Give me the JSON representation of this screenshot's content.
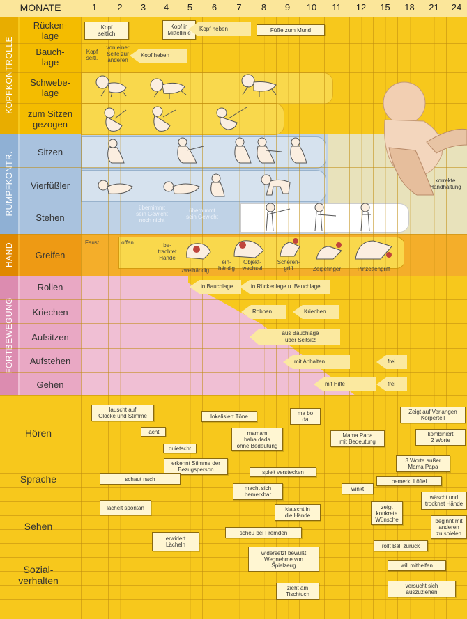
{
  "header": {
    "title": "MONATE",
    "months": [
      "1",
      "2",
      "3",
      "4",
      "5",
      "6",
      "7",
      "8",
      "9",
      "10",
      "11",
      "12",
      "15",
      "18",
      "21",
      "24"
    ]
  },
  "groups": {
    "kopfkontrolle": "KOPFKONTROLLE",
    "rumpfkontr": "RUMPFKONTR.",
    "hand": "HAND",
    "fortbewegung": "FORTBEWEGUNG"
  },
  "rows": {
    "rueckenlage": "Rücken-\nlage",
    "bauchlage": "Bauch-\nlage",
    "schwebelage": "Schwebe-\nlage",
    "zum_sitzen": "zum Sitzen\ngezogen",
    "sitzen": "Sitzen",
    "vierfuessler": "Vierfüßler",
    "stehen": "Stehen",
    "greifen": "Greifen",
    "rollen": "Rollen",
    "kriechen": "Kriechen",
    "aufsitzen": "Aufsitzen",
    "aufstehen": "Aufstehen",
    "gehen": "Gehen"
  },
  "bottom_labels": {
    "hoeren": "Hören",
    "sprache": "Sprache",
    "sehen": "Sehen",
    "sozial": "Sozial-\nverhalten"
  },
  "kopf": {
    "kopf_seitlich": "Kopf\nseitlich",
    "kopf_mittellinie": "Kopf in\nMittellinie",
    "kopf_heben1": "Kopf heben",
    "fuesse_mund": "Füße zum Mund",
    "kopf_seitl": "Kopf\nseitl.",
    "von_einer_seite": "von einer\nSeite zur\nanderen",
    "kopf_heben2": "Kopf heben"
  },
  "rumpf": {
    "uebernimmt_nicht": "übernimmt\nsein Gewicht\nnoch nicht",
    "uebernimmt": "übernimmt\nsein Gewicht",
    "korrekte": "korrekte\nHandhaltung"
  },
  "hand": {
    "faust": "Faust",
    "offen": "offen",
    "betrachtet": "be-\ntrachtet\nHände",
    "zweihaendig": "zweihändig",
    "einhaendig": "ein-\nhändig",
    "objektwechsel": "Objekt-\nwechsel",
    "scherengriff": "Scheren-\ngriff",
    "zeigefinger": "Zeigefinger",
    "pinzettengriff": "Pinzettengriff"
  },
  "fort": {
    "in_bauchlage": "in Bauchlage",
    "in_rueckenlage": "in Rückenlage u. Bauchlage",
    "robben": "Robben",
    "kriechen": "Kriechen",
    "aus_bauchlage": "aus Bauchlage\nüber Seitsitz",
    "mit_anhalten": "mit Anhalten",
    "frei1": "frei",
    "mit_hilfe": "mit Hilfe",
    "frei2": "frei"
  },
  "dev": {
    "lauscht": "lauscht auf\nGlocke und Stimme",
    "lokalisiert": "lokalisiert Töne",
    "mabo": "ma bo\nda",
    "zeigt_verlangen": "Zeigt auf Verlangen\nKörperteil",
    "lacht": "lacht",
    "mamam": "mamam\nbaba dada\nohne Bedeutung",
    "mama_papa": "Mama Papa\nmit Bedeutung",
    "kombiniert": "kombiniert\n2 Worte",
    "quietscht": "quietscht",
    "drei_worte": "3 Worte außer\nMama Papa",
    "erkennt": "erkennt Stimme der\nBezugsperson",
    "spielt_verstecken": "spielt verstecken",
    "schaut_nach": "schaut nach",
    "bemerkt": "bemerkt Löffel",
    "macht_sich": "macht sich\nbemerkbar",
    "winkt": "winkt",
    "waescht": "wäscht und\ntrocknet Hände",
    "laechelt": "lächelt spontan",
    "klatscht": "klatscht in\ndie Hände",
    "zeigt_konkrete": "zeigt\nkonkrete\nWünsche",
    "beginnt": "beginnt mit\nanderen\nzu spielen",
    "scheu": "scheu bei Fremden",
    "erwidert": "erwidert\nLächeln",
    "rollt_ball": "rollt Ball zurück",
    "widersetzt": "widersetzt bewußt\nWegnehme von\nSpielzeug",
    "will_mithelfen": "will mithelfen",
    "zieht": "zieht am\nTischtuch",
    "versucht": "versucht sich\nauszuziehen"
  },
  "colors": {
    "yellow": "#f7c81c",
    "header": "#fbe69a",
    "kopf_label": "#f0b800",
    "rumpf": "#bcd0e4",
    "hand": "#f0a020",
    "fort": "#f0bcd2",
    "box": "#fff6d2"
  }
}
